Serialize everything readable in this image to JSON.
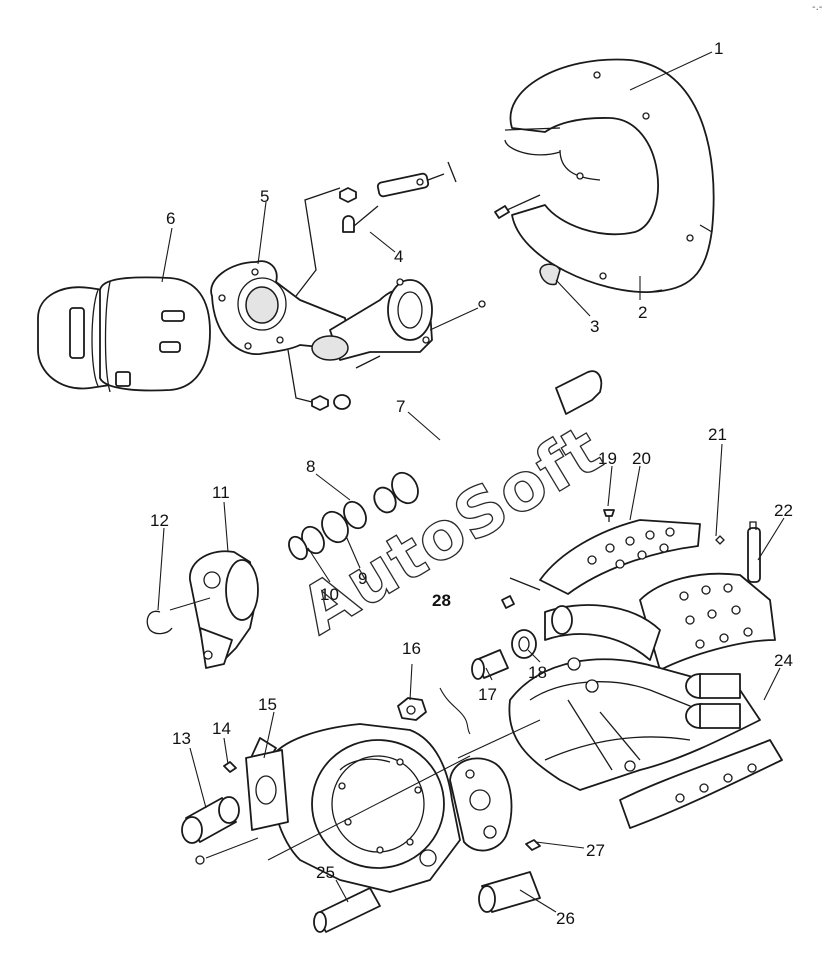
{
  "labels": [
    "1",
    "2",
    "3",
    "4",
    "5",
    "6",
    "7",
    "8",
    "9",
    "10",
    "11",
    "12",
    "13",
    "14",
    "15",
    "16",
    "17",
    "18",
    "19",
    "20",
    "21",
    "22",
    "24",
    "25",
    "26",
    "27",
    "28"
  ],
  "watermark": "AutoSoft",
  "corner_mark": "-.-"
}
